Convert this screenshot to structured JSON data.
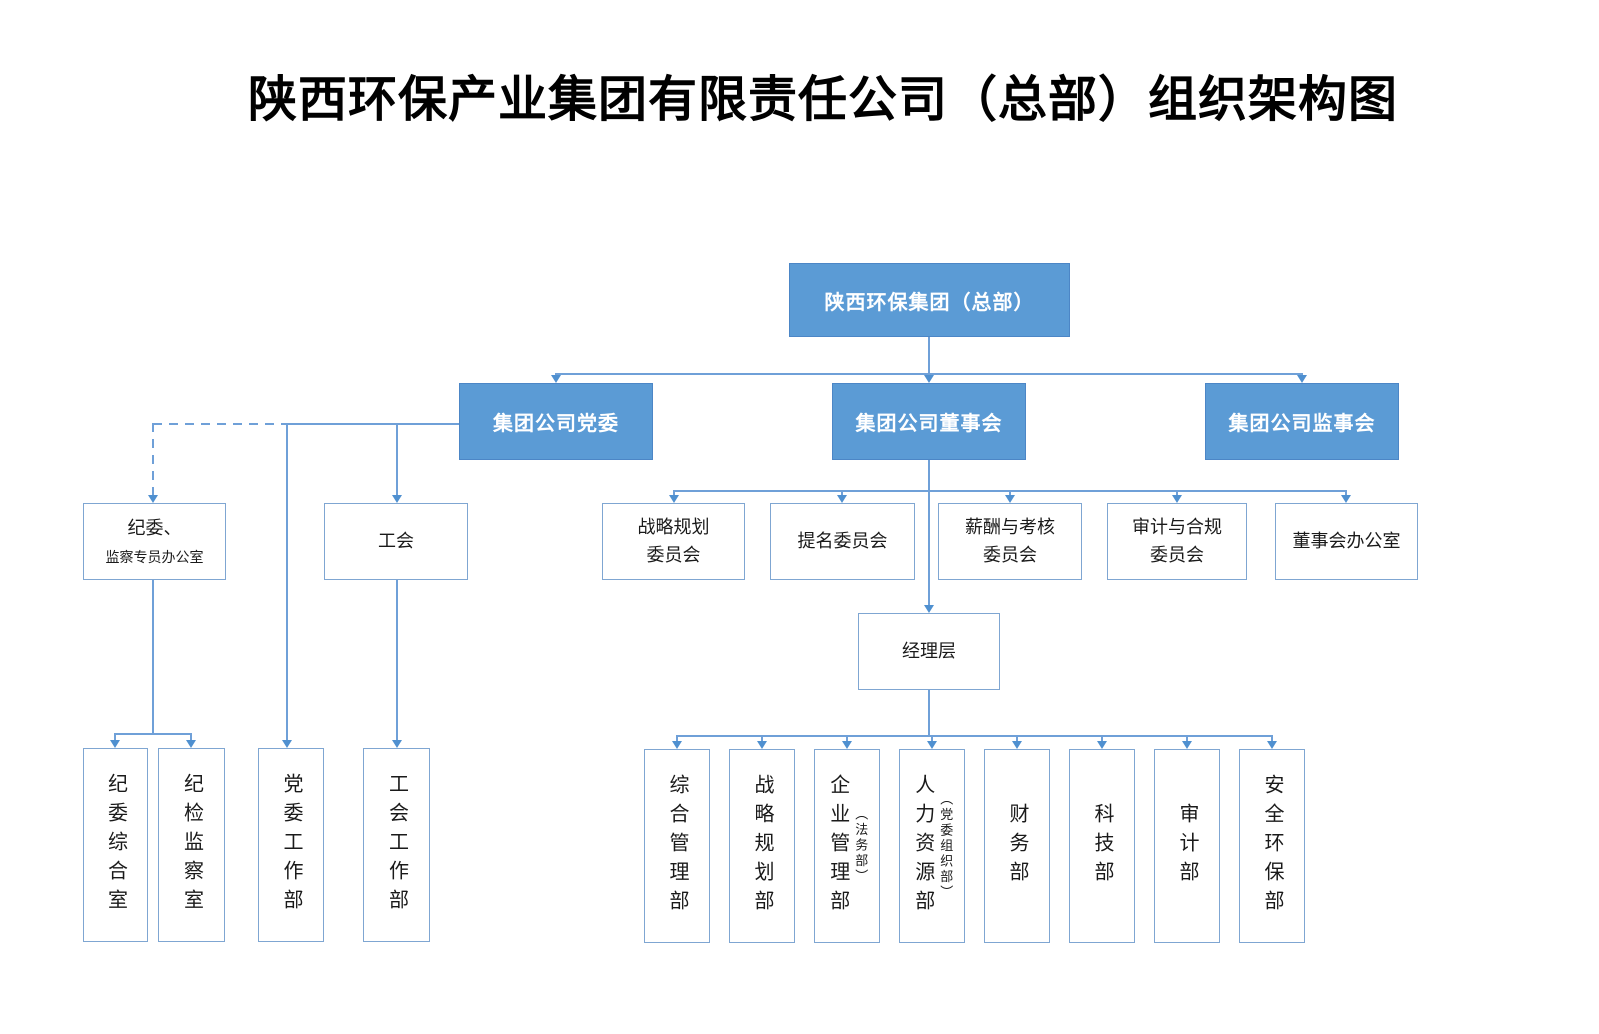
{
  "title": "陕西环保产业集团有限责任公司（总部）组织架构图",
  "colors": {
    "node_fill": "#5B9BD5",
    "node_text": "#FFFFFF",
    "connector": "#6FA0D8",
    "outline_border": "#7FA6D2",
    "body_text": "#1A1A1A"
  },
  "org": {
    "root": "陕西环保集团（总部）",
    "level2": {
      "party_committee": "集团公司党委",
      "board": "集团公司董事会",
      "supervisory_board": "集团公司监事会"
    },
    "party_children": {
      "discipline_office_line1": "纪委、",
      "discipline_office_line2": "监察专员办公室",
      "labor_union": "工会"
    },
    "board_committees": [
      {
        "label": "战略规划\n委员会"
      },
      {
        "label": "提名委员会"
      },
      {
        "label": "薪酬与考核\n委员会"
      },
      {
        "label": "审计与合规\n委员会"
      },
      {
        "label": "董事会办公室"
      }
    ],
    "management": "经理层",
    "party_departments": [
      {
        "label": "纪委综合室"
      },
      {
        "label": "纪检监察室"
      },
      {
        "label": "党委工作部"
      },
      {
        "label": "工会工作部"
      }
    ],
    "departments": [
      {
        "label": "综合管理部",
        "note": ""
      },
      {
        "label": "战略规划部",
        "note": ""
      },
      {
        "label": "企业管理部",
        "note": "（法务部）"
      },
      {
        "label": "人力资源部",
        "note": "（党委组织部）"
      },
      {
        "label": "财务部",
        "note": ""
      },
      {
        "label": "科技部",
        "note": ""
      },
      {
        "label": "审计部",
        "note": ""
      },
      {
        "label": "安全环保部",
        "note": ""
      }
    ]
  }
}
